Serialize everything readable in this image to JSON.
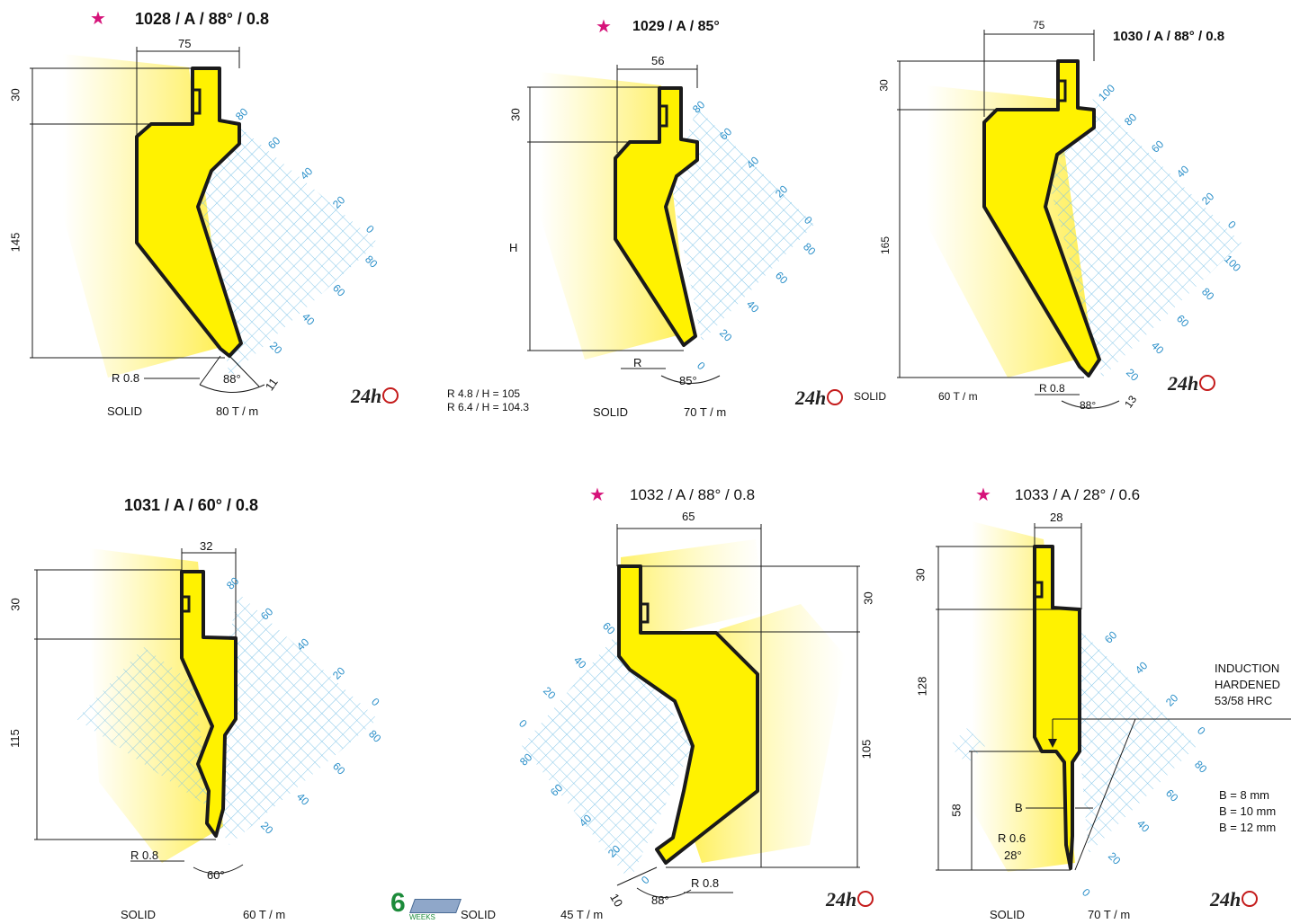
{
  "tools": [
    {
      "id": "1028",
      "title": "1028 / A / 88° / 0.8",
      "starred": true,
      "width": "75",
      "top_height": "30",
      "height": "145",
      "radius_label": "R 0.8",
      "angle": "88°",
      "tip": "11",
      "type": "SOLID",
      "capacity": "80 T / m",
      "grid_labels": [
        "80",
        "60",
        "40",
        "20",
        "0",
        "80",
        "60",
        "40",
        "20"
      ],
      "badge": "24h"
    },
    {
      "id": "1029",
      "title": "1029 / A / 85°",
      "starred": true,
      "width": "56",
      "top_height": "30",
      "height": "H",
      "radius_label": "R",
      "angle": "85°",
      "tip": "0",
      "type": "SOLID",
      "capacity": "70 T / m",
      "notes": [
        "R 4.8 / H = 105",
        "R 6.4 / H = 104.3"
      ],
      "grid_labels": [
        "80",
        "60",
        "40",
        "20",
        "0",
        "80",
        "60",
        "40",
        "20"
      ],
      "badge": "24h"
    },
    {
      "id": "1030",
      "title": "1030 / A / 88° / 0.8",
      "starred": false,
      "width": "75",
      "top_height": "30",
      "height": "165",
      "radius_label": "R 0.8",
      "angle": "88°",
      "tip": "13",
      "type": "SOLID",
      "capacity": "60 T / m",
      "grid_labels": [
        "100",
        "80",
        "60",
        "40",
        "20",
        "0",
        "100",
        "80",
        "60",
        "40",
        "20"
      ],
      "badge": "24h"
    },
    {
      "id": "1031",
      "title": "1031 / A  / 60° / 0.8",
      "starred": false,
      "width": "32",
      "top_height": "30",
      "height": "115",
      "radius_label": "R 0.8",
      "angle": "60°",
      "type": "SOLID",
      "capacity": "60 T / m",
      "grid_labels": [
        "80",
        "60",
        "40",
        "20",
        "0",
        "80",
        "60",
        "40",
        "20"
      ],
      "badge": "6",
      "badge_sub": "WEEKS"
    },
    {
      "id": "1032",
      "title": "1032 / A  / 88° / 0.8",
      "starred": true,
      "width": "65",
      "top_height": "30",
      "height": "105",
      "radius_label": "R 0.8",
      "angle": "88°",
      "tip": "10",
      "type": "SOLID",
      "capacity": "45 T / m",
      "grid_labels": [
        "60",
        "40",
        "20",
        "0",
        "80",
        "60",
        "40",
        "20",
        "0"
      ],
      "badge": "24h"
    },
    {
      "id": "1033",
      "title": "1033 / A / 28° / 0.6",
      "starred": true,
      "width": "28",
      "top_height": "30",
      "height": "128",
      "lower_height": "58",
      "neck_label": "B",
      "radius_label": "R 0.6",
      "angle": "28°",
      "type": "SOLID",
      "capacity": "70 T / m",
      "hardening": [
        "INDUCTION",
        "HARDENED",
        "53/58 HRC"
      ],
      "b_options": [
        "B =  8 mm",
        "B = 10 mm",
        "B = 12 mm"
      ],
      "grid_labels": [
        "60",
        "40",
        "20",
        "0",
        "80",
        "60",
        "40",
        "20",
        "0"
      ],
      "badge": "24h"
    }
  ],
  "colors": {
    "tool_fill": "#fff200",
    "tool_outline": "#1a1a1a",
    "glow": "#fff7a0",
    "grid": "#7ec4e8",
    "grid_text": "#2a8fc9",
    "star": "#d6137a",
    "clock": "#c41b1b",
    "six": "#1c8b3a"
  }
}
